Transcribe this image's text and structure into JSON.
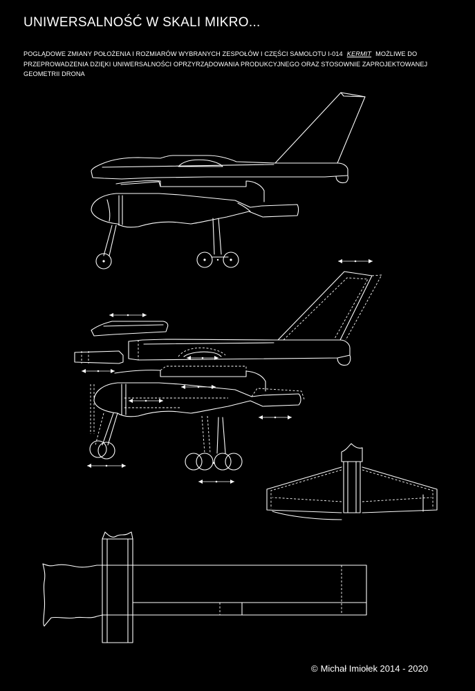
{
  "header": {
    "title": "UNIWERSALNOŚĆ W SKALI MIKRO...",
    "description_part1": "POGLĄDOWE ZMIANY POŁOŻENIA I ROZMIARÓW WYBRANYCH ZESPOŁÓW I CZĘŚCI SAMOLOTU I-014",
    "model_name": "KERMIT",
    "description_part2": "MOŻLIWE DO PRZEPROWADZENIA DZIĘKI UNIWERSALNOŚCI OPRZYRZĄDOWANIA PRODUKCYJNEGO ORAZ STOSOWNIE ZAPROJEKTOWANEJ GEOMETRII DRONA"
  },
  "footer": {
    "copyright_symbol": "©",
    "credit": "Michał Imiołek 2014 - 2020"
  },
  "colors": {
    "background": "#000000",
    "line": "#ffffff"
  }
}
